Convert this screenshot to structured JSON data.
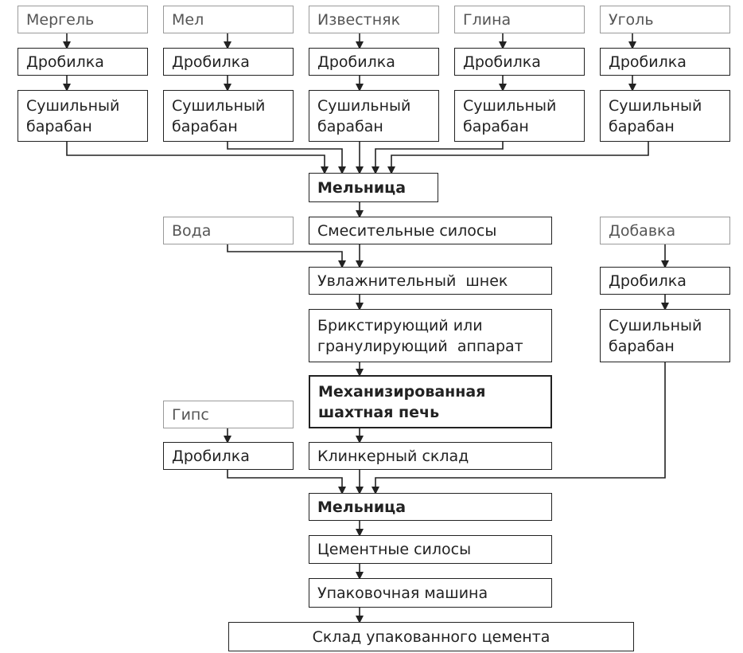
{
  "sources": {
    "marl": "Мергель",
    "chalk": "Мел",
    "limestone": "Известняк",
    "clay": "Глина",
    "coal": "Уголь",
    "water": "Вода",
    "additive": "Добавка",
    "gypsum": "Гипс"
  },
  "equipment": {
    "crusher": "Дробилка",
    "dryer": "Сушильный\nбарабан"
  },
  "process": {
    "mill_1": "Мельница",
    "mixing_silos": "Смесительные силосы",
    "moistening_screw": "Увлажнительный  шнек",
    "briquetting": "Брикстирующий или\nгранулирующий  аппарат",
    "shaft_kiln": "Механизированная\nшахтная печь",
    "clinker_store": "Клинкерный склад",
    "mill_2": "Мельница",
    "cement_silos": "Цементные силосы",
    "packing_machine": "Упаковочная машина",
    "packed_cement_store": "Склад упакованного цемента"
  },
  "colors": {
    "line": "#222222",
    "source_border": "#9a9a9a"
  }
}
